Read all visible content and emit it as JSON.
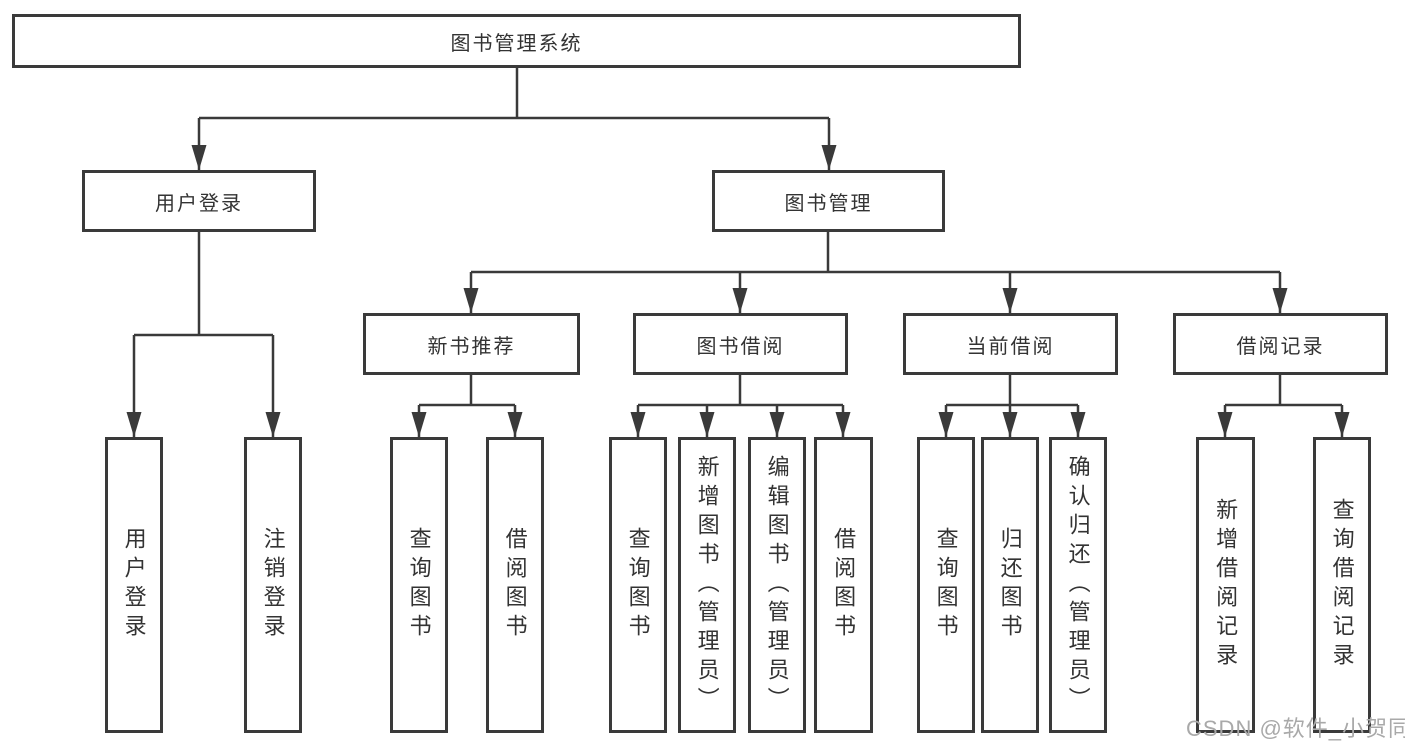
{
  "diagram": {
    "root": {
      "label": "图书管理系统"
    },
    "level2": {
      "user_login": {
        "label": "用户登录"
      },
      "book_mgmt": {
        "label": "图书管理"
      }
    },
    "level3": {
      "new_book_rec": {
        "label": "新书推荐",
        "parent": "图书管理"
      },
      "book_borrow": {
        "label": "图书借阅",
        "parent": "图书管理"
      },
      "current_borrow": {
        "label": "当前借阅",
        "parent": "图书管理"
      },
      "borrow_records": {
        "label": "借阅记录",
        "parent": "图书管理"
      }
    },
    "leaves": [
      {
        "label": "用户登录",
        "group": "用户登录"
      },
      {
        "label": "注销登录",
        "group": "用户登录"
      },
      {
        "label": "查询图书",
        "group": "新书推荐"
      },
      {
        "label": "借阅图书",
        "group": "新书推荐"
      },
      {
        "label": "查询图书",
        "group": "图书借阅"
      },
      {
        "label": "新增图书（管理员）",
        "group": "图书借阅"
      },
      {
        "label": "编辑图书（管理员）",
        "group": "图书借阅"
      },
      {
        "label": "借阅图书",
        "group": "图书借阅"
      },
      {
        "label": "查询图书",
        "group": "当前借阅"
      },
      {
        "label": "归还图书",
        "group": "当前借阅"
      },
      {
        "label": "确认归还（管理员）",
        "group": "当前借阅"
      },
      {
        "label": "新增借阅记录",
        "group": "借阅记录"
      },
      {
        "label": "查询借阅记录",
        "group": "借阅记录"
      }
    ]
  },
  "watermark_text": "CSDN @软件_小贺同学",
  "colors": {
    "line": "#3a3a3a",
    "text": "#333333",
    "background": "#ffffff",
    "watermark": "#a9a9a9"
  }
}
